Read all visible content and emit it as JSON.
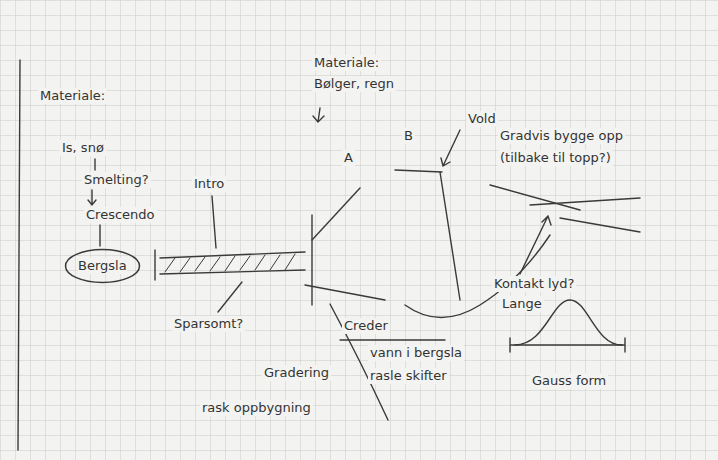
{
  "diagram": {
    "nodes": [
      {
        "text": [
          "Bergsla"
        ]
      }
    ],
    "labels": [
      "Materiale:",
      "Is, snø",
      "Smelting?",
      "Crescendo",
      "Intro",
      "Sparsomt?",
      "Materiale:",
      "Bølger, regn",
      "A",
      "B",
      "Vold",
      "Gradvis bygge opp",
      "(tilbake til topp?)",
      "Kontakt lyd?",
      "Lange",
      "Creder",
      "vann i bergsla",
      "Gradering",
      "rasle skifter",
      "rask oppbygning",
      "Gauss form"
    ]
  }
}
